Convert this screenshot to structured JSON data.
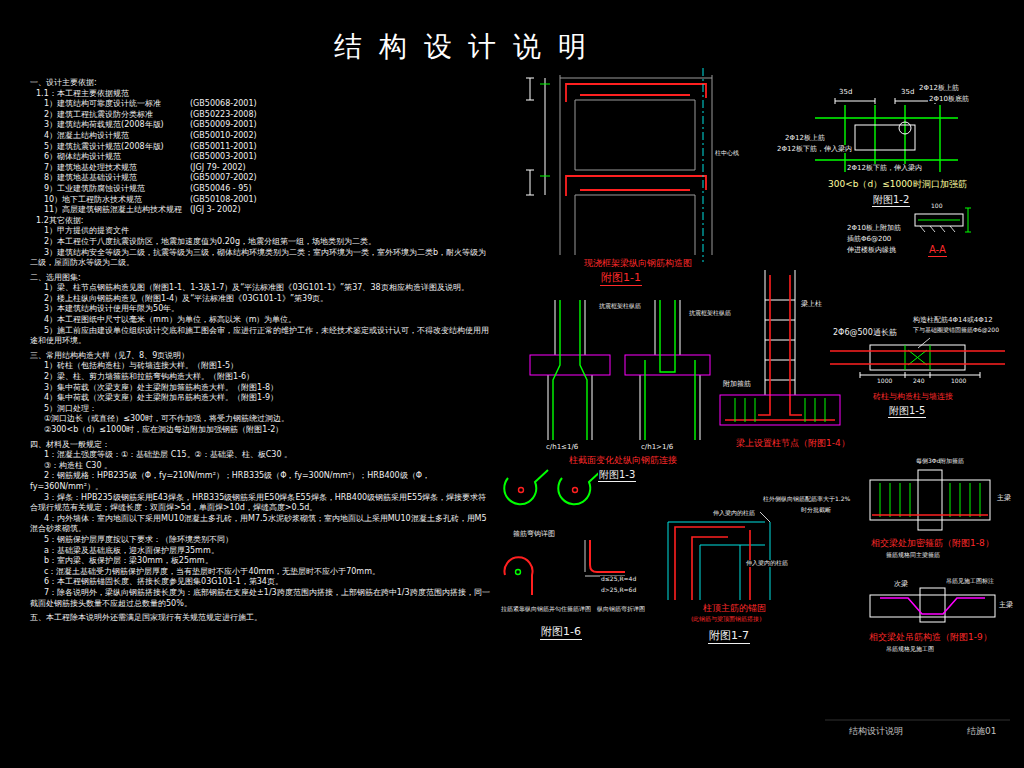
{
  "diagram": {
    "title": "结构设计说明",
    "labels": [
      "一、设计主要依据:",
      "1.1：本工程主要依据规范",
      "1）建筑结构可靠度设计统一标准",
      "(GB50068-2001)",
      "2）建筑工程抗震设防分类标准",
      "(GB50223-2008)",
      "3）建筑结构荷载规范(2008年版)",
      "(GB50009-2001)",
      "4）混凝土结构设计规范",
      "(GB50010-2002)",
      "5）建筑抗震设计规范(2008年版)",
      "(GB50011-2001)",
      "6）砌体结构设计规范",
      "(GB50003-2001)",
      "7）建筑地基处理技术规范",
      "(JGJ 79- 2002)",
      "8）建筑地基基础设计规范",
      "(GB50007-2002)",
      "9）工业建筑防腐蚀设计规范",
      "(GB50046 - 95)",
      "10）地下工程防水技术规范",
      "(GB50108-2001)",
      "11）高层建筑钢筋混凝土结构技术规程",
      "(JGJ 3- 2002)",
      "1.2其它依据:",
      "1）甲方提供的提资文件",
      "2）本工程位于八度抗震设防区，地震加速度值为0.20g，地震分组第一组，场地类别为二类。",
      "3）建筑结构安全等级为二级，抗震等级为三级，砌体结构环境类别为二类；室内环境为一类，室外环境为二类b，耐火等级为二级，屋面防水等级为二级。",
      "二、选用图集:",
      "1）梁、柱节点钢筋构造见图（附图1-1、1-3及1-7）及“平法标准图《03G101-1》”第37、38页相应构造详图及说明。",
      "2）楼上柱纵向钢筋构造见（附图1-4）及“平法标准图《03G101-1》”第39页。",
      "3）本建筑结构设计使用年限为50年。",
      "4）本工程图纸中尺寸以毫米（mm）为单位，标高以米（m）为单位。",
      "5）施工前应由建设单位组织设计交底和施工图会审，应进行正常的维护工作，未经技术鉴定或设计认可，不得改变结构使用用途和使用环境。",
      "三、常用结构构造大样（见7、8、9页说明）",
      "1）砖柱（包括构造柱）与砖墙连接大样。（附图1-5）",
      "2）梁、柱、剪力墙箍筋和拉筋弯钩构造大样。（附图1-6）",
      "3）集中荷载（次梁支座）处主梁附加箍筋构造大样。（附图1-8）",
      "4）集中荷载（次梁支座）处主梁附加吊筋构造大样。（附图1-9）",
      "5）洞口处理：",
      "①洞口边长（或直径）≤300时，可不作加强，将受力钢筋绕过洞边。",
      "②300<b（d）≤1000时，应在洞边每边附加加强钢筋（附图1-2）",
      "四、材料及一般规定：",
      "1：混凝土强度等级：①：基础垫层 C15。②：基础梁、柱、板C30 。",
      "③：构造柱 C30 。",
      "2：钢筋规格：HPB235级（Φ，fy=210N/mm²）；HRB335级（Φ，fy=300N/mm²）；HRB400级（Φ，fy=360N/mm²）。",
      "3：焊条：HPB235级钢筋采用E43焊条，HRB335级钢筋采用E50焊条E55焊条，HRB400级钢筋采用E55焊条，焊接要求符合现行规范有关规定；焊缝长度：双面焊>5d，单面焊>10d，焊缝高度>0.5d。",
      "4：内外墙体：室内地面以下采用MU10混凝土多孔砖，用M7.5水泥砂浆砌筑；室内地面以上采用MU10混凝土多孔砖，用M5混合砂浆砌筑。",
      "5：钢筋保护层厚度按以下要求：（除环境类别不同）",
      "a：基础梁及基础底板，迎水面保护层厚35mm。",
      "b：室内梁、板保护层：梁30mm，板25mm。",
      "c：混凝土基础受力钢筋保护层厚度，当有垫层时不应小于40mm，无垫层时不应小于70mm。",
      "6：本工程钢筋锚固长度、搭接长度参见图集03G101-1，第34页。",
      "7：除各说明外，梁纵向钢筋搭接长度为：底部钢筋在支座处±1/3跨度范围内搭接，上部钢筋在跨中1/3跨度范围内搭接，同一截面处钢筋接头数量不应超过总数量的50%。",
      "五、本工程除本说明外还需满足国家现行有关规范规定进行施工。",
      "现浇框架梁纵向钢筋构造图",
      "附图1-1",
      "柱中心线",
      "35d",
      "35d",
      "2Φ12板上筋",
      "2Φ10板底筋",
      "2Φ12板上筋",
      "2Φ12板下筋，伸入梁内",
      "2Φ12板下筋，伸入梁内",
      "300<b（d）≤1000时洞口加强筋",
      "附图1-2",
      "100",
      "2Φ10板上附加筋",
      "插筋Φ6@200",
      "伸进楼板内缘挑",
      "A-A",
      "抗震框架柱纵筋",
      "抗震框架柱纵筋",
      "c/h1≤1/6",
      "c/h1>1/6",
      "柱截面变化处纵向钢筋连接",
      "附图1-3",
      "梁上柱",
      "附加箍筋",
      "梁上设置柱节点（附图1-4）",
      "2Φ6@500通长筋",
      "构造柱配筋4Φ14或4Φ12",
      "下与基础圈梁锚固箍筋Φ6@200",
      "1000",
      "240",
      "1000",
      "砖柱与构造柱与墙连接",
      "附图1-5",
      "箍筋弯钩详图",
      "拉筋紧靠纵向钢筋并勾住箍筋详图",
      "纵向钢筋弯折详图",
      "d≤25,R=4d",
      "d>25,R=6d",
      "附图1-6",
      "伸入梁内的柱筋",
      "柱外侧纵向钢筋配筋率大于1.2%",
      "时分批截断",
      "伸入梁内的柱筋",
      "柱顶主筋的锚固",
      "(此钢筋与梁顶面钢筋搭接)",
      "附图1-7",
      "每侧3Φd附加箍筋",
      "主梁",
      "相交梁处加密箍筋（附图1-8）",
      "箍筋规格同主梁箍筋",
      "吊筋见施工图标注",
      "次梁",
      "主梁",
      "相交梁处吊筋构造（附图1-9）",
      "吊筋规格见施工图",
      "结构设计说明",
      "结施01"
    ]
  }
}
